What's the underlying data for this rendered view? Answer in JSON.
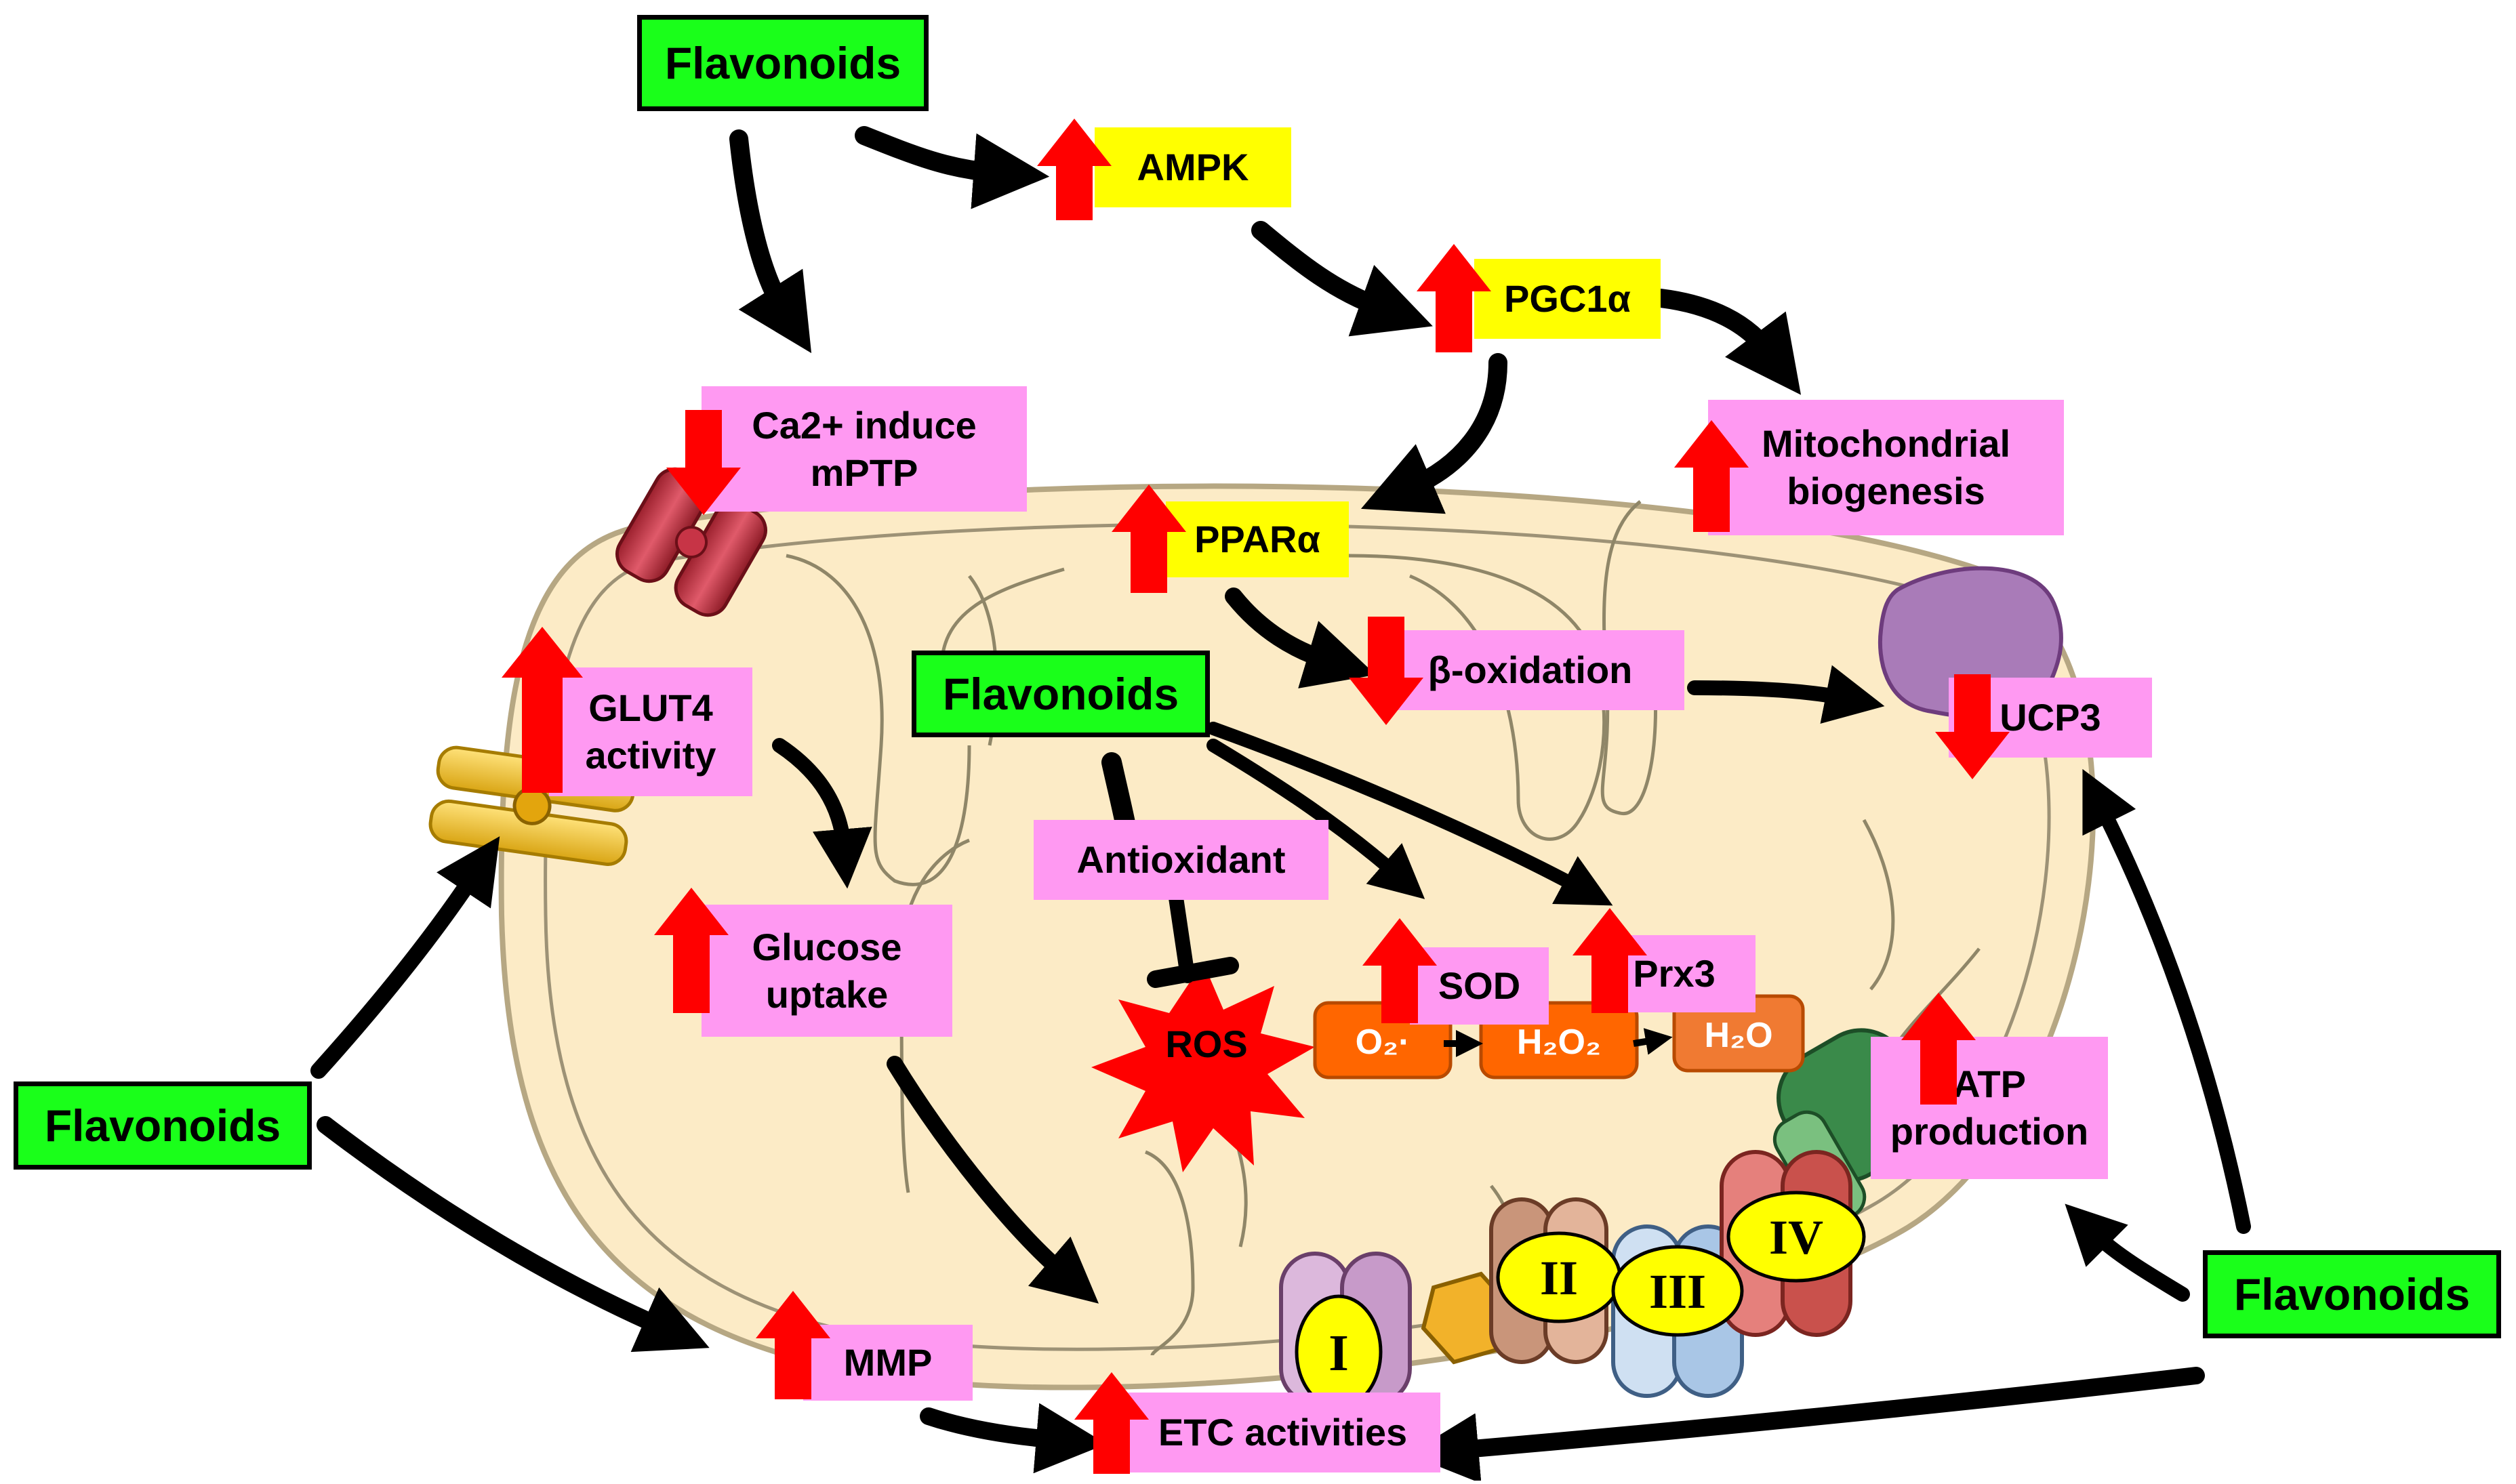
{
  "flavonoids": [
    "Flavonoids",
    "Flavonoids",
    "Flavonoids",
    "Flavonoids"
  ],
  "signals": {
    "ampk": "AMPK",
    "pgc1a": "PGC1α",
    "ppara": "PPARα"
  },
  "effects": {
    "mptp_line1": "Ca2+ induce",
    "mptp_line2": "mPTP",
    "biogenesis_line1": "Mitochondrial",
    "biogenesis_line2": "biogenesis",
    "glut4_line1": "GLUT4",
    "glut4_line2": "activity",
    "beta_oxidation": "β-oxidation",
    "ucp3": "UCP3",
    "antioxidant": "Antioxidant",
    "glucose_line1": "Glucose",
    "glucose_line2": "uptake",
    "sod": "SOD",
    "prx3": "Prx3",
    "atp_line1": "ATP",
    "atp_line2": "production",
    "mmp": "MMP",
    "etc": "ETC activities"
  },
  "ros_chain": {
    "ros": "ROS",
    "superoxide": "O₂·",
    "h2o2": "H₂O₂",
    "water": "H₂O"
  },
  "complexes": [
    "I",
    "II",
    "III",
    "IV"
  ],
  "colors": {
    "flavonoid_box": "#1aff1a",
    "effect_box": "#ff99f2",
    "signal_box": "#ffff00",
    "up_down_arrow": "#ff0000",
    "mitochondrion": "#fcebc6",
    "ros_star": "#ff0000"
  },
  "regulation": {
    "ampk": "up",
    "pgc1a": "up",
    "ppara": "up",
    "mptp": "down",
    "biogenesis": "up",
    "glut4": "up",
    "beta_oxidation": "down",
    "ucp3": "down",
    "glucose_uptake": "up",
    "sod": "up",
    "prx3": "up",
    "atp_production": "up",
    "mmp": "up",
    "etc_activities": "up"
  }
}
